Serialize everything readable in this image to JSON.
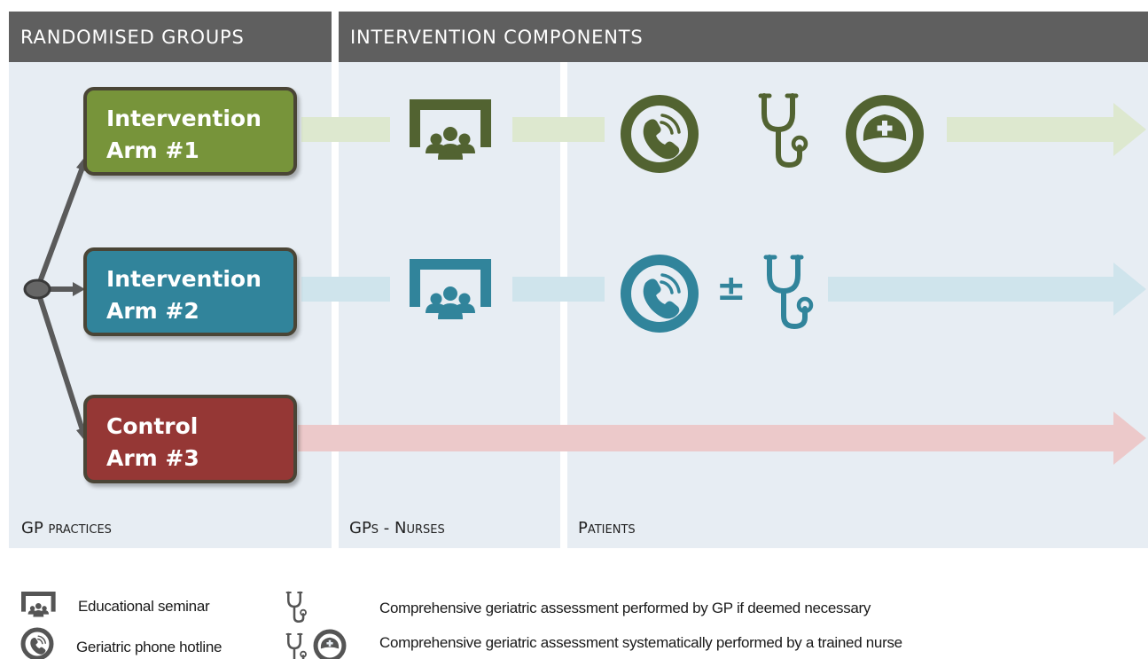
{
  "headers": {
    "randomised_groups": "RANDOMISED GROUPS",
    "intervention_components": "INTERVENTION COMPONENTS"
  },
  "arms": [
    {
      "line1": "Intervention",
      "line2": "Arm #1",
      "color": "#77943a",
      "track_color": "#dde8cf"
    },
    {
      "line1": "Intervention",
      "line2": "Arm #2",
      "color": "#31849b",
      "track_color": "#cfe4ec"
    },
    {
      "line1": "Control",
      "line2": "Arm #3",
      "color": "#953735",
      "track_color": "#ecc9ca"
    }
  ],
  "plus_minus": "±",
  "footer_labels": {
    "gp_practices": "GP practices",
    "gps_nurses": "GPs - Nurses",
    "patients": "Patients"
  },
  "legend": {
    "seminar": "Educational seminar",
    "hotline": "Geriatric phone hotline",
    "cga_gp": "Comprehensive geriatric assessment performed by GP if deemed necessary",
    "cga_nurse": "Comprehensive geriatric assessment systematically performed by a trained nurse"
  },
  "icons": {
    "seminar": "presentation-group-icon",
    "hotline": "phone-hotline-icon",
    "stethoscope": "stethoscope-icon",
    "nurse": "nurse-cap-icon"
  }
}
